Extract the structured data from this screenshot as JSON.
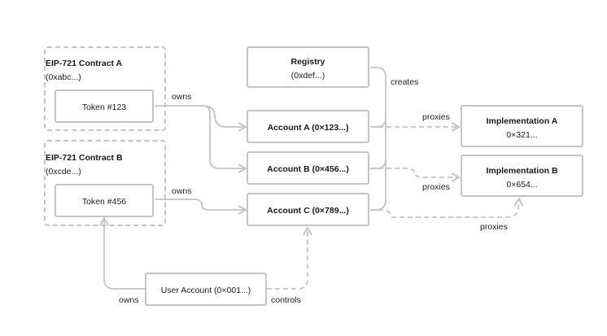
{
  "contract_a": {
    "title": "EIP-721 Contract A",
    "address": "(0xabc...)"
  },
  "contract_b": {
    "title": "EIP-721 Contract B",
    "address": "(0xcde...)"
  },
  "token_123": {
    "label": "Token #123"
  },
  "token_456": {
    "label": "Token #456"
  },
  "registry": {
    "title": "Registry",
    "address": "(0xdef...)"
  },
  "account_a": {
    "label": "Account A (0×123...)"
  },
  "account_b": {
    "label": "Account B (0×456...)"
  },
  "account_c": {
    "label": "Account C (0×789...)"
  },
  "impl_a": {
    "title": "Implementation A",
    "address": "0×321..."
  },
  "impl_b": {
    "title": "Implementation B",
    "address": "0×654..."
  },
  "user_account": {
    "label": "User Account (0×001...)"
  },
  "edge_labels": {
    "owns_a": "owns",
    "owns_b": "owns",
    "owns_user": "owns",
    "creates": "creates",
    "proxies_a": "proxies",
    "proxies_b": "proxies",
    "proxies_c": "proxies",
    "controls": "controls"
  },
  "colors": {
    "line": "#c4c4c4",
    "text": "#1a1a1a"
  }
}
